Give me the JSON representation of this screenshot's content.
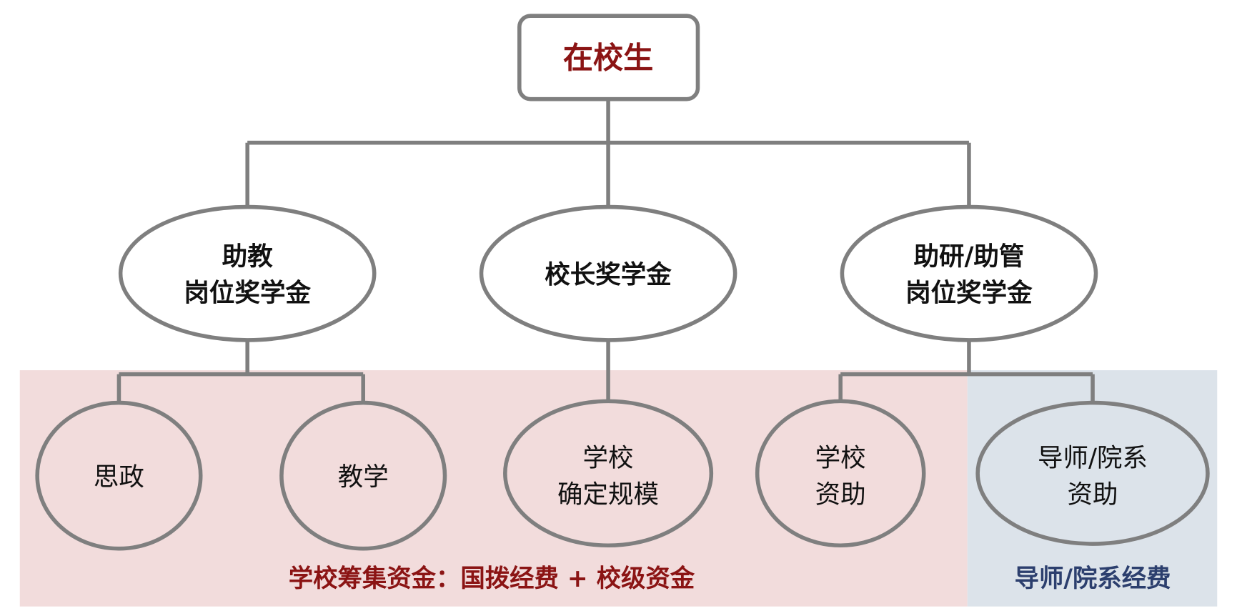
{
  "colors": {
    "line": "#7f7f7f",
    "red": "#8b1414",
    "navy": "#2c3f6e",
    "pink_band": "#f2dcdc",
    "blue_band": "#dce3ea",
    "text": "#111111"
  },
  "root": {
    "label": "在校生"
  },
  "level2": [
    {
      "lines": [
        "助教",
        "岗位奖学金"
      ]
    },
    {
      "lines": [
        "校长奖学金"
      ]
    },
    {
      "lines": [
        "助研/助管",
        "岗位奖学金"
      ]
    }
  ],
  "level3": [
    {
      "lines": [
        "思政"
      ]
    },
    {
      "lines": [
        "教学"
      ]
    },
    {
      "lines": [
        "学校",
        "确定规模"
      ]
    },
    {
      "lines": [
        "学校",
        "资助"
      ]
    },
    {
      "lines": [
        "导师/院系",
        "资助"
      ]
    }
  ],
  "bands": {
    "school": "学校筹集资金：国拨经费 + 校级资金",
    "advisor": "导师/院系经费"
  }
}
